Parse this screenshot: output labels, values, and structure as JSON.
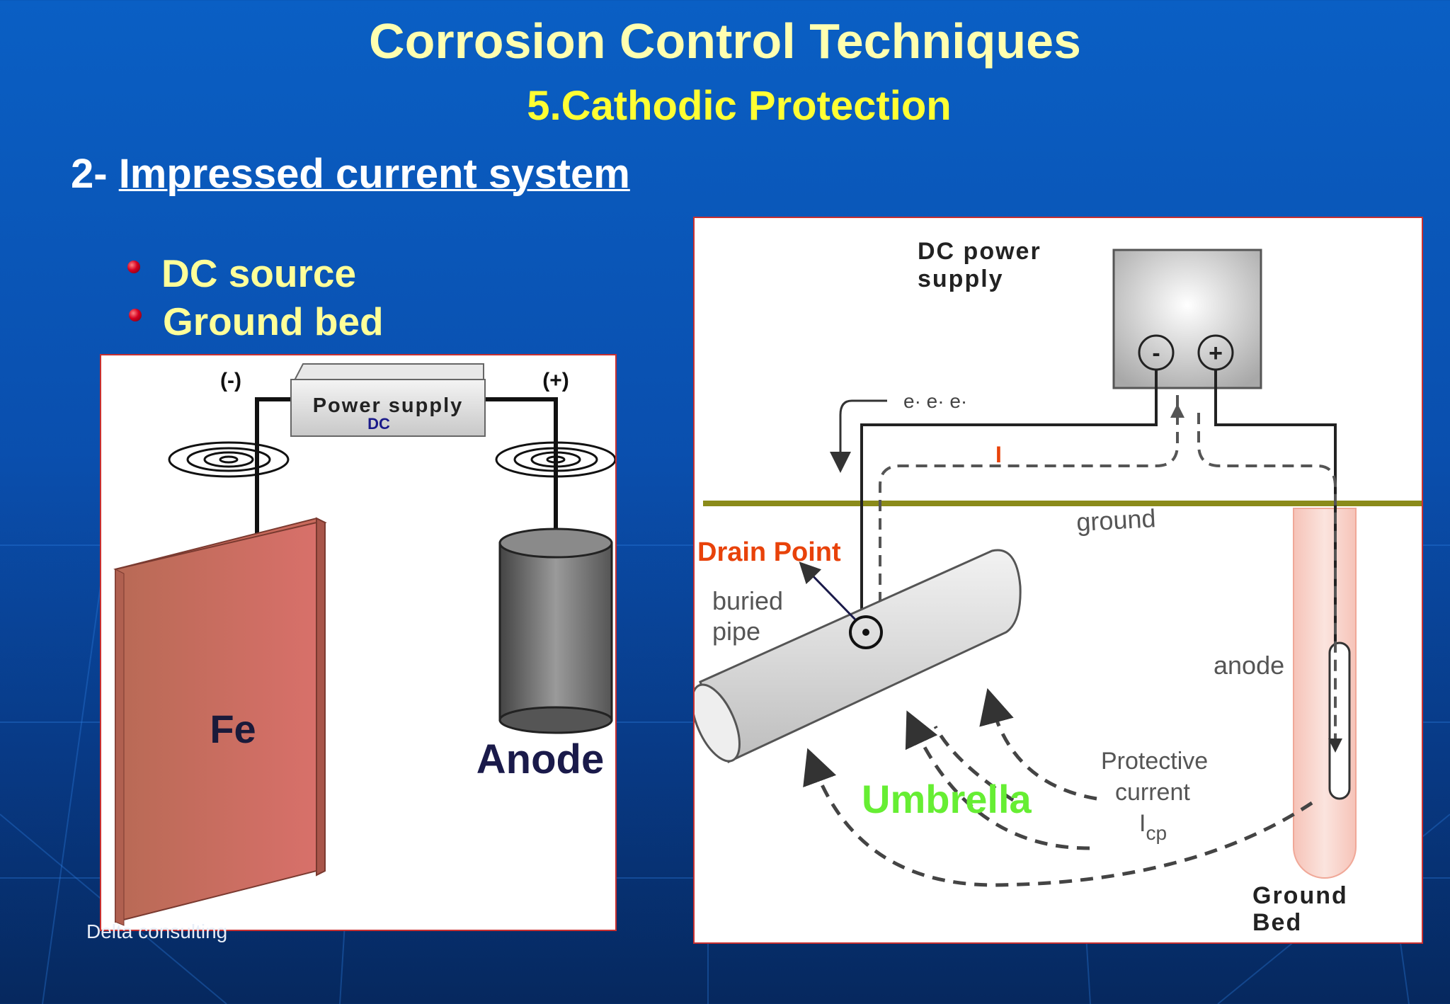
{
  "slide": {
    "title": "Corrosion Control Techniques",
    "subtitle": "5.Cathodic Protection",
    "heading_prefix": "2- ",
    "heading": "Impressed current system",
    "bullets": [
      "DC source",
      "Ground bed"
    ],
    "footer": "Delta consulting"
  },
  "left_diagram": {
    "negative": "(-)",
    "positive": "(+)",
    "power_supply": "Power supply",
    "dc": "DC",
    "fe": "Fe",
    "anode": "Anode"
  },
  "right_diagram": {
    "dc_power_supply": [
      "DC power",
      "supply"
    ],
    "minus": "-",
    "plus": "+",
    "electrons": "e· e· e·",
    "current": "I",
    "ground": "ground",
    "drain_point": "Drain Point",
    "buried_pipe": [
      "buried",
      "pipe"
    ],
    "anode": "anode",
    "umbrella": "Umbrella",
    "protective_current": [
      "Protective",
      "current",
      "I",
      "cp"
    ],
    "ground_bed": [
      "Ground",
      "Bed"
    ]
  },
  "colors": {
    "title": "#ffffb0",
    "subtitle": "#ffff33",
    "bullet_text": "#ffff99",
    "fe_plate": "#cd6b63",
    "drain_point": "#e8420a",
    "umbrella": "#66ee33",
    "ground_line": "#8b8b1a"
  }
}
